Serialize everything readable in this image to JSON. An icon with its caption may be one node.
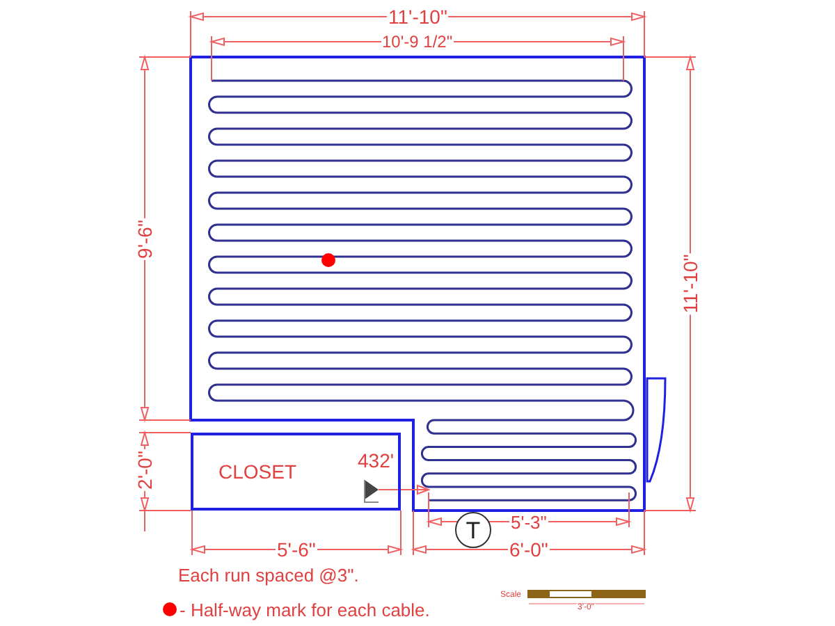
{
  "diagram": {
    "nodes": [
      {
        "text": [
          "CLOSET"
        ]
      },
      {
        "text": [
          "T"
        ]
      }
    ],
    "labels": [
      "11'-10\"",
      "10'-9 1/2\"",
      "9'-6\"",
      "11'-10\"",
      "2'-0\"",
      "432'",
      "5'-3\"",
      "5'-6\"",
      "6'-0\"",
      "Each run spaced @3\".",
      "Scale",
      "3'-0\""
    ],
    "legend": [
      {
        "text": "- Half-way mark for each cable.",
        "color": "#ff0000"
      }
    ]
  }
}
